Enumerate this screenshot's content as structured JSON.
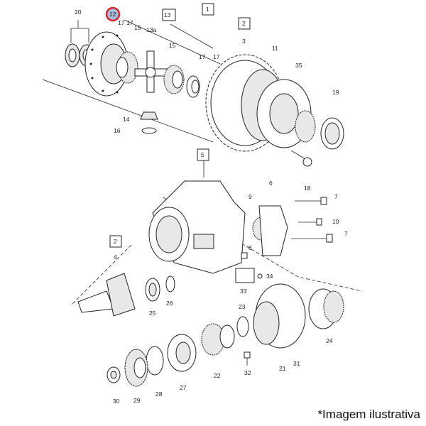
{
  "diagram": {
    "group_boxes": [
      "1",
      "13",
      "2",
      "5",
      "2"
    ],
    "highlighted_part": "12",
    "labels": {
      "p20": "20",
      "p17a": "17",
      "p17b": "17",
      "p15a": "15",
      "p13a": "13a",
      "p3": "3",
      "p15b": "15",
      "p17c": "17",
      "p17d": "17",
      "p11": "11",
      "p35": "35",
      "p19": "19",
      "p14": "14",
      "p16": "16",
      "p18": "18",
      "p9": "9",
      "p6": "6",
      "p7a": "7",
      "p10": "10",
      "p7b": "7",
      "p8": "8",
      "p34": "34",
      "p33": "33",
      "p4": "4",
      "p25": "25",
      "p26": "26",
      "p23": "23",
      "p24": "24",
      "p22": "22",
      "p32": "32",
      "p21": "21",
      "p31": "31",
      "p27": "27",
      "p28": "28",
      "p29": "29",
      "p30": "30"
    },
    "highlight_color": "#d62828",
    "highlight_fill": "#a9b9d8"
  },
  "footer": {
    "note": "*Imagem ilustrativa"
  }
}
